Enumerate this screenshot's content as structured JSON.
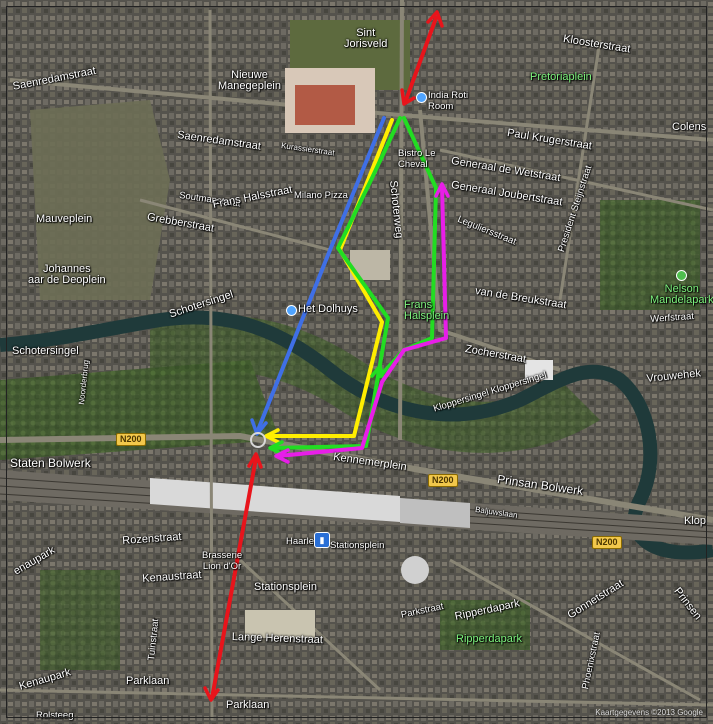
{
  "labels": [
    {
      "id": "sint-jorisveld",
      "text": "Sint\nJorisveld"
    },
    {
      "id": "nieuwe-manegeplein",
      "text": "Nieuwe\nManegeplein"
    },
    {
      "id": "saenredamstraat-w",
      "text": "Saenredamstraat"
    },
    {
      "id": "saenredamstraat-c",
      "text": "Saenredamstraat"
    },
    {
      "id": "kurassierstraat",
      "text": "Kurassierstraat"
    },
    {
      "id": "soutmanstraat",
      "text": "Soutmanstraat"
    },
    {
      "id": "milano-pizza",
      "text": "Milano Pizza"
    },
    {
      "id": "frans-halsstraat",
      "text": "Frans Halsstraat"
    },
    {
      "id": "grebberstraat",
      "text": "Grebberstraat"
    },
    {
      "id": "mauveplein",
      "text": "Mauveplein"
    },
    {
      "id": "johannes",
      "text": "Johannes\naar de Deoplein"
    },
    {
      "id": "schotersingel-n",
      "text": "Schotersingel"
    },
    {
      "id": "schotersingel-w",
      "text": "Schotersingel"
    },
    {
      "id": "het-dolhuys",
      "text": "Het Dolhuys"
    },
    {
      "id": "india-roti",
      "text": "India Roti\nRoom"
    },
    {
      "id": "bistro",
      "text": "Bistro Le\nCheval"
    },
    {
      "id": "paul-krugerstraat",
      "text": "Paul Krugerstraat"
    },
    {
      "id": "generaal-wetstraat",
      "text": "Generaal de Wetstraat"
    },
    {
      "id": "generaal-joubertstraat",
      "text": "Generaal Joubertstraat"
    },
    {
      "id": "leguliersstraat",
      "text": "Leguliersstraat"
    },
    {
      "id": "kloosterstraat",
      "text": "Kloosterstraat"
    },
    {
      "id": "pretoriaplein",
      "text": "Pretoriaplein"
    },
    {
      "id": "schoterweg",
      "text": "Schoterweg"
    },
    {
      "id": "frans-halsplein",
      "text": "Frans\nHalsplein"
    },
    {
      "id": "van-de-breukstraat",
      "text": "van de Breukstraat"
    },
    {
      "id": "zocherstraat",
      "text": "Zocherstraat"
    },
    {
      "id": "kloppersingel",
      "text": "Kloppersingel Kloppersingel"
    },
    {
      "id": "nelson",
      "text": "Nelson\nMandelapark"
    },
    {
      "id": "werfstraat",
      "text": "Werfstraat"
    },
    {
      "id": "vrouwehek",
      "text": "Vrouwehek"
    },
    {
      "id": "president-steijnstraat",
      "text": "President Steijnstraat"
    },
    {
      "id": "colens",
      "text": "Colens"
    },
    {
      "id": "staten-bolwerk",
      "text": "Staten Bolwerk"
    },
    {
      "id": "kennemerplein",
      "text": "Kennemerplein"
    },
    {
      "id": "prinsan-bolwerk",
      "text": "Prinsan Bolwerk"
    },
    {
      "id": "baljuwslaan",
      "text": "Baljuwslaan"
    },
    {
      "id": "haarlem",
      "text": "Haarlem"
    },
    {
      "id": "stationsplein-a",
      "text": "Stationsplein"
    },
    {
      "id": "stationsplein-b",
      "text": "Stationsplein"
    },
    {
      "id": "rozenstraat",
      "text": "Rozenstraat"
    },
    {
      "id": "brasserie",
      "text": "Brasserie\nLion d'Or"
    },
    {
      "id": "kenaustraat",
      "text": "Kenaustraat"
    },
    {
      "id": "lange-herenstraat",
      "text": "Lange Herenstraat"
    },
    {
      "id": "parkstraat",
      "text": "Parkstraat"
    },
    {
      "id": "ripperdapark-a",
      "text": "Ripperdapark"
    },
    {
      "id": "ripperdapark-b",
      "text": "Ripperdapark"
    },
    {
      "id": "gonnetstraat",
      "text": "Gonnetstraat"
    },
    {
      "id": "phoenixstraat",
      "text": "Phoenixstraat"
    },
    {
      "id": "kenaupark",
      "text": "Kenaupark"
    },
    {
      "id": "parklaan-a",
      "text": "Parklaan"
    },
    {
      "id": "parklaan-b",
      "text": "Parklaan"
    },
    {
      "id": "rolsteeg",
      "text": "Rolsteeg"
    },
    {
      "id": "tuinstraat",
      "text": "Tuinstraat"
    },
    {
      "id": "noorderbrug",
      "text": "Noorderbrug"
    },
    {
      "id": "kenaupark-w",
      "text": "enaupark"
    },
    {
      "id": "prinsen",
      "text": "Prinsen"
    },
    {
      "id": "klop",
      "text": "Klop"
    }
  ],
  "shields": {
    "n200_a": "N200",
    "n200_b": "N200",
    "n200_c": "N200"
  },
  "copyright": "Kaartgegevens ©2013 Google",
  "colors": {
    "red": "#e8141b",
    "blue": "#3f6fe6",
    "yellow": "#ffee00",
    "green": "#22dd22",
    "magenta": "#e81ee8",
    "water": "#1f3a3a",
    "park": "#4d6b34",
    "urban": "#5a5a55"
  }
}
